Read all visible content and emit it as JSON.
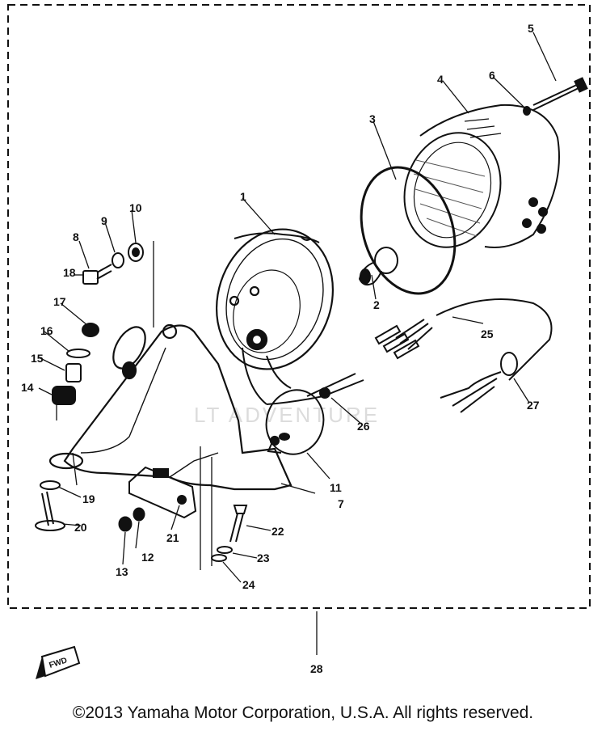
{
  "diagram": {
    "part_numbers": [
      "1",
      "2",
      "3",
      "4",
      "5",
      "6",
      "7",
      "8",
      "9",
      "10",
      "11",
      "12",
      "13",
      "14",
      "15",
      "16",
      "17",
      "18",
      "19",
      "20",
      "21",
      "22",
      "23",
      "24",
      "25",
      "26",
      "27",
      "28"
    ],
    "fwd_label": "FWD"
  },
  "footer": {
    "copyright": "©2013 Yamaha Motor Corporation, U.S.A. All rights reserved."
  },
  "colors": {
    "ink": "#111111",
    "watermark": "#dcdcdc",
    "background": "#ffffff"
  }
}
